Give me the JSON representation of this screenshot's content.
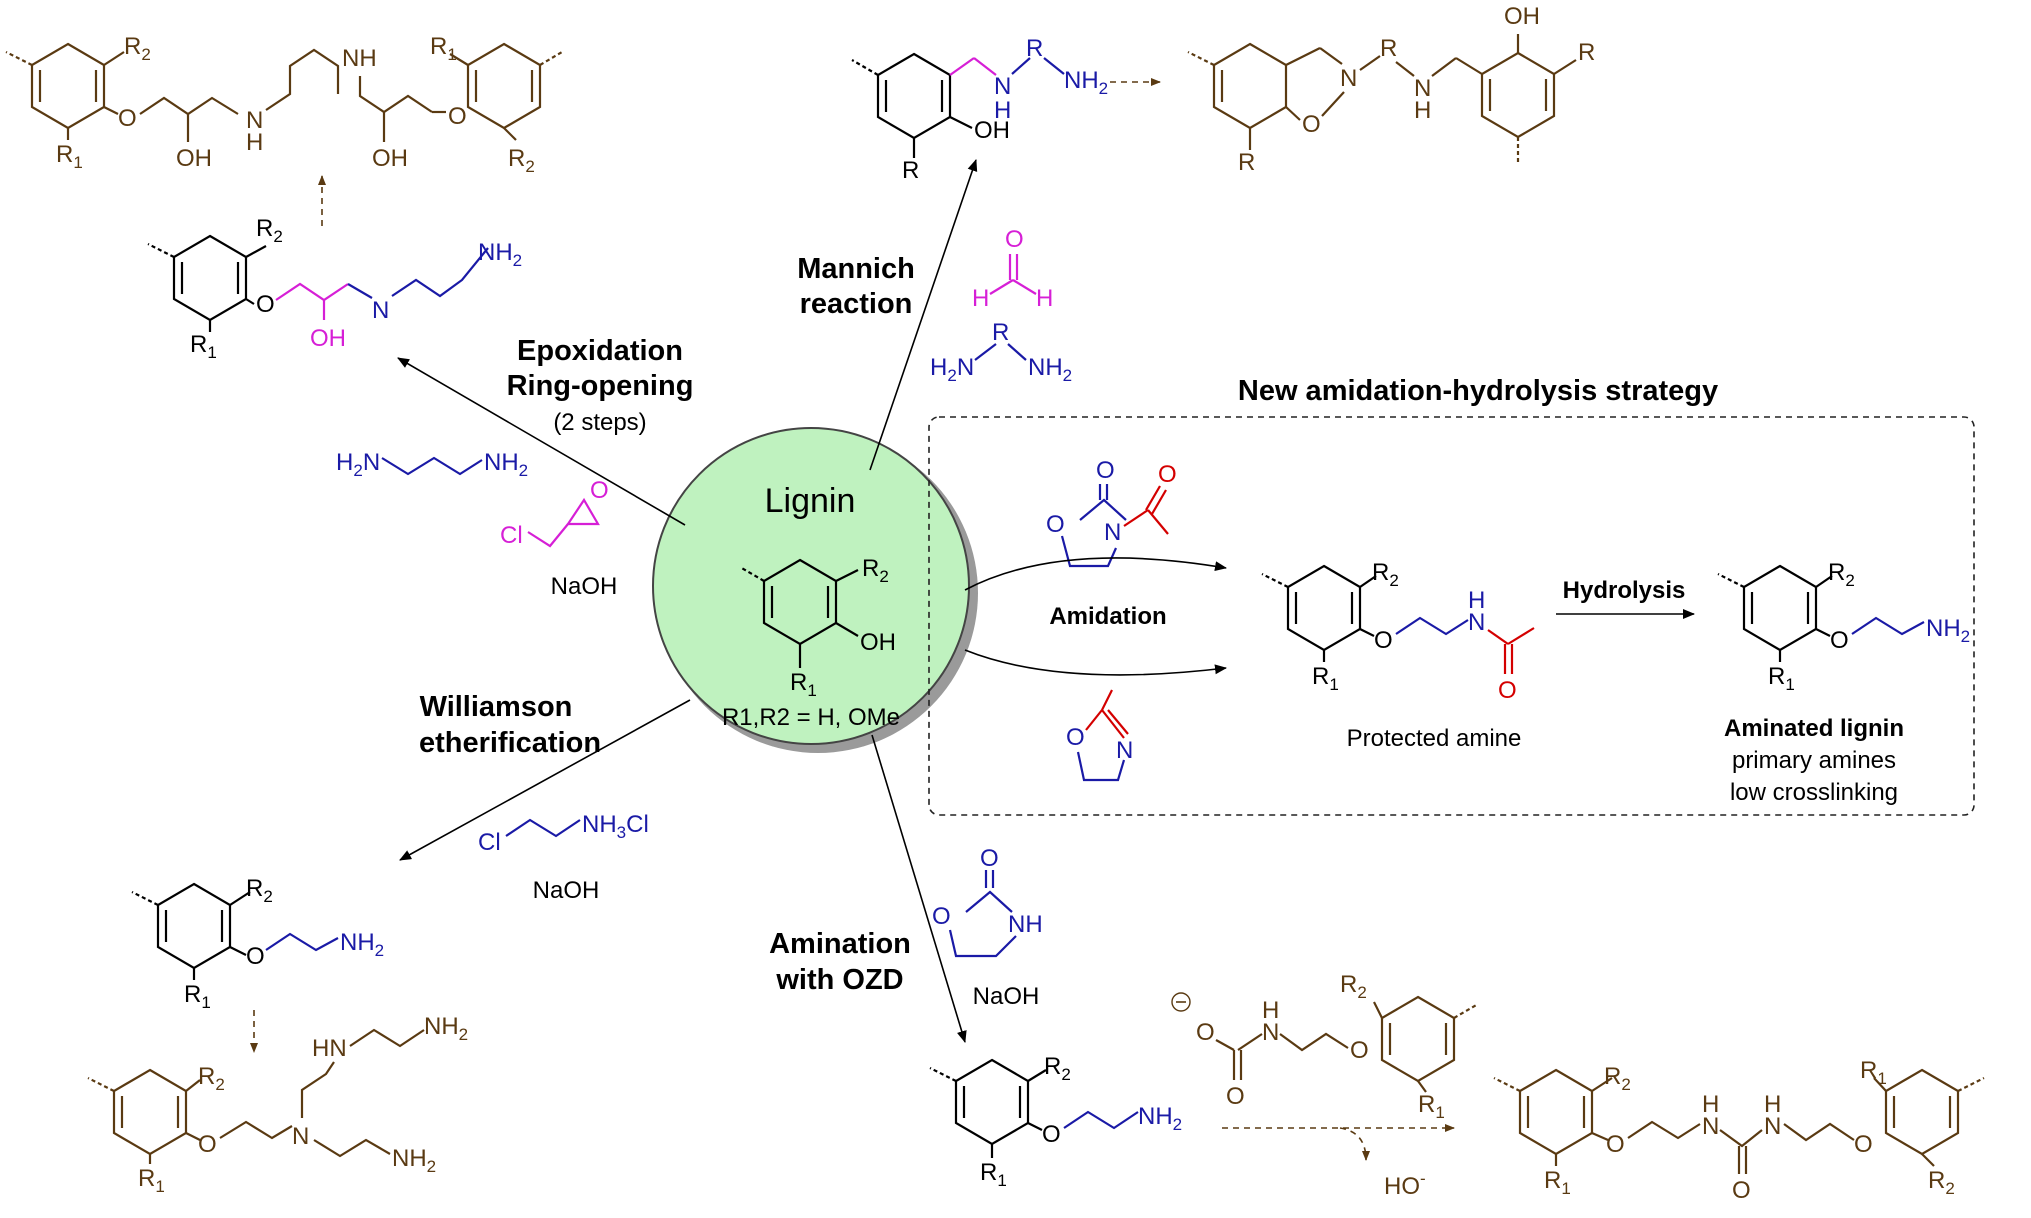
{
  "center": {
    "title": "Lignin",
    "r_definition": "R1,R2 = H, OMe",
    "circle_color": "#bff2bf"
  },
  "colors": {
    "brown": "#5a3a12",
    "blue": "#1a1aa6",
    "magenta": "#d61fd6",
    "red": "#d40000"
  },
  "routes": {
    "mannich": {
      "line1": "Mannich",
      "line2": "reaction"
    },
    "epoxidation": {
      "line1": "Epoxidation",
      "line2": "Ring-opening",
      "note": "(2 steps)",
      "base": "NaOH"
    },
    "williamson": {
      "line1": "Williamson",
      "line2": "etherification",
      "base": "NaOH"
    },
    "ozd": {
      "line1": "Amination",
      "line2": "with OZD",
      "base": "NaOH"
    }
  },
  "strategy": {
    "title": "New amidation-hydrolysis strategy",
    "amidation": "Amidation",
    "hydrolysis": "Hydrolysis",
    "protected": "Protected amine",
    "product_title": "Aminated lignin",
    "product_line1": "primary amines",
    "product_line2": "low crosslinking"
  },
  "byproducts": {
    "hydroxide": "HO"
  }
}
